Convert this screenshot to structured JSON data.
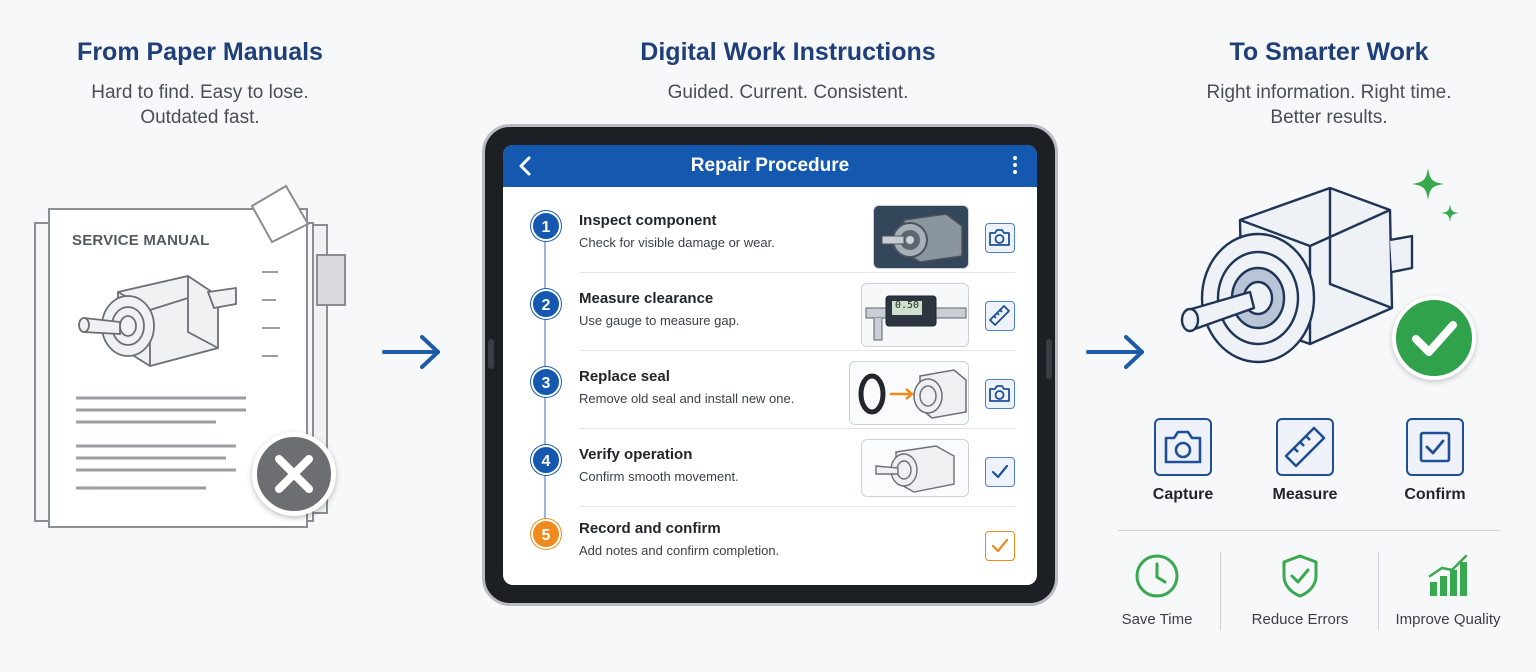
{
  "columns": {
    "left": {
      "title": "From Paper Manuals",
      "subtitle_line1": "Hard to find. Easy to lose.",
      "subtitle_line2": "Outdated fast.",
      "manual_label": "SERVICE MANUAL",
      "status_icon": "x-mark-icon"
    },
    "center": {
      "title": "Digital Work Instructions",
      "subtitle": "Guided. Current. Consistent."
    },
    "right": {
      "title": "To Smarter Work",
      "subtitle_line1": "Right information. Right time.",
      "subtitle_line2": "Better results.",
      "status_icon": "checkmark-icon"
    }
  },
  "tablet": {
    "header_title": "Repair Procedure",
    "steps": [
      {
        "number": "1",
        "title": "Inspect component",
        "desc": "Check for visible damage or wear.",
        "action_icon": "camera-icon"
      },
      {
        "number": "2",
        "title": "Measure clearance",
        "desc": "Use gauge to measure gap.",
        "gauge_value": "0.50",
        "action_icon": "ruler-icon"
      },
      {
        "number": "3",
        "title": "Replace seal",
        "desc": "Remove old seal and install new one.",
        "action_icon": "camera-icon"
      },
      {
        "number": "4",
        "title": "Verify operation",
        "desc": "Confirm smooth movement.",
        "action_icon": "checkbox-icon"
      },
      {
        "number": "5",
        "title": "Record and confirm",
        "desc": "Add notes and confirm completion.",
        "action_icon": "checkbox-icon"
      }
    ]
  },
  "features": [
    {
      "label": "Capture",
      "icon": "camera-icon"
    },
    {
      "label": "Measure",
      "icon": "ruler-icon"
    },
    {
      "label": "Confirm",
      "icon": "checkbox-icon"
    }
  ],
  "benefits": [
    {
      "label": "Save Time",
      "icon": "clock-icon"
    },
    {
      "label": "Reduce Errors",
      "icon": "shield-check-icon"
    },
    {
      "label": "Improve Quality",
      "icon": "bar-chart-icon"
    }
  ],
  "colors": {
    "title_blue": "#1f3f7a",
    "brand_blue": "#1558b0",
    "step_orange": "#f08a1c",
    "success_green": "#31a24c",
    "error_gray": "#6c6e72"
  }
}
